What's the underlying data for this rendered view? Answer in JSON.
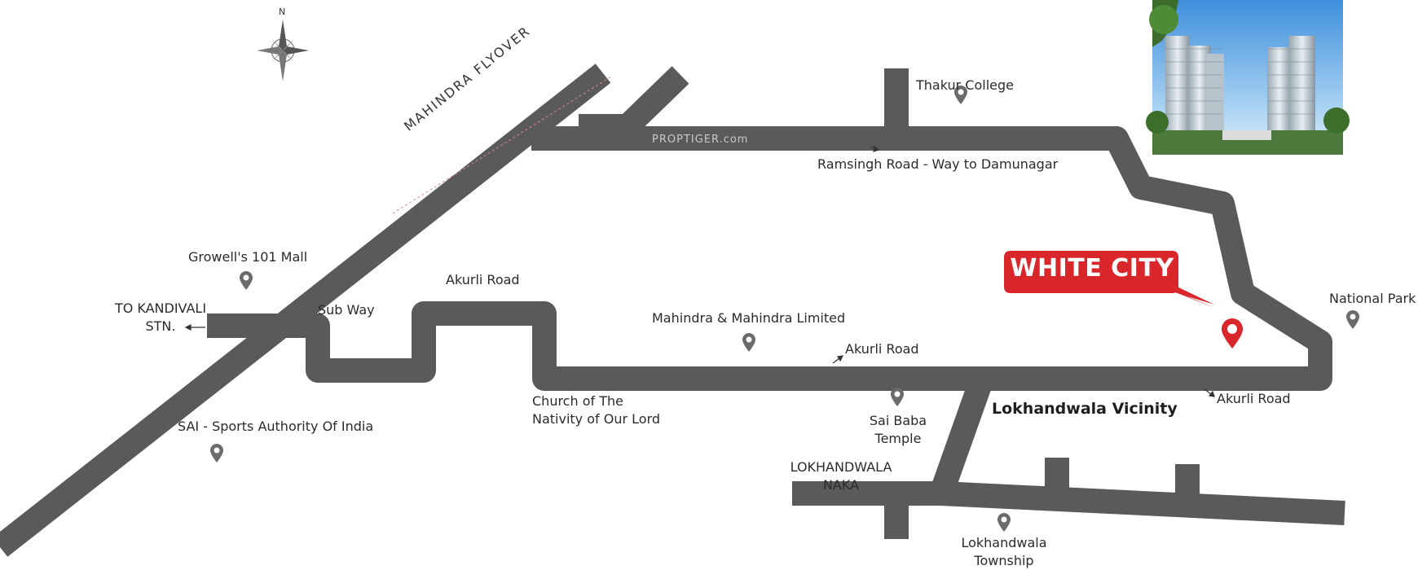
{
  "compass": {
    "north_label": "N",
    "icon": "compass-rose-icon"
  },
  "roads": {
    "flyover_label": "MAHINDRA FLYOVER",
    "ramsingh_road": "Ramsingh Road - Way to Damunagar",
    "akurli_road_1": "Akurli Road",
    "akurli_road_2": "Akurli Road",
    "akurli_road_3": "Akurli Road",
    "sub_way": "Sub Way"
  },
  "landmarks": {
    "thakur_college": "Thakur College",
    "growells_mall": "Growell's 101 Mall",
    "to_kandivali_1": "TO KANDIVALI",
    "to_kandivali_2": "STN.",
    "mahindra_limited": "Mahindra & Mahindra Limited",
    "national_park": "National Park",
    "church_1": "Church of The",
    "church_2": "Nativity of Our Lord",
    "sai_1": "SAI - Sports Authority Of India",
    "sai_baba_1": "Sai Baba",
    "sai_baba_2": "Temple",
    "lokhandwala_vicinity": "Lokhandwala Vicinity",
    "lokhandwala_naka_1": "LOKHANDWALA",
    "lokhandwala_naka_2": "NAKA",
    "lokhandwala_township_1": "Lokhandwala",
    "lokhandwala_township_2": "Township"
  },
  "project": {
    "name": "WHITE CITY",
    "callout_color": "#d8262b",
    "pin_color": "#d8262b"
  },
  "watermark": "PROPTIGER.com",
  "colors": {
    "road": "#5a5a5a",
    "road_edge": "#ffffff",
    "pin": "#6b6b6b"
  }
}
